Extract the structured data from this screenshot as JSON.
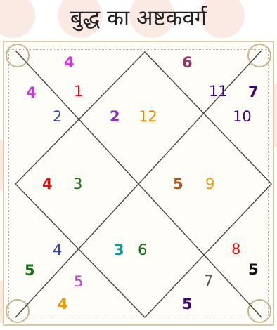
{
  "title": "बुद्ध का अष्टकवर्ग",
  "colors": {
    "magenta": "#cc33dd",
    "red": "#dd1111",
    "blue": "#3344aa",
    "purple": "#8833bb",
    "orange": "#ee8800",
    "brown": "#aa5522",
    "green": "#117711",
    "dark_magenta": "#993366",
    "dark_purple": "#440077",
    "teal": "#119999",
    "gold": "#ee9911",
    "black": "#111111",
    "gray": "#555555",
    "amber": "#ee9900"
  },
  "chart": {
    "house_1_sign": "1",
    "house_1_points": "4",
    "house_2_sign": "2",
    "house_2_points": "4",
    "house_top_center_points": "2",
    "house_top_center_sign": "12",
    "house_top_right_sign": "11",
    "house_top_right_points": "6",
    "house_right_top_sign": "10",
    "house_right_top_points": "7",
    "house_left_mid_points": "4",
    "house_left_mid_sign": "3",
    "house_center_right_points": "5",
    "house_center_right_sign": "9",
    "house_left_bottom_sign": "4",
    "house_left_bottom_points": "5",
    "house_bottom_center_points": "3",
    "house_bottom_center_sign": "6",
    "house_right_bottom_sign": "8",
    "house_right_bottom_points": "5",
    "house_bottom_left_sign": "5",
    "house_bottom_left_points": "4",
    "house_bottom_right_sign": "7",
    "house_bottom_right_points": "5"
  }
}
